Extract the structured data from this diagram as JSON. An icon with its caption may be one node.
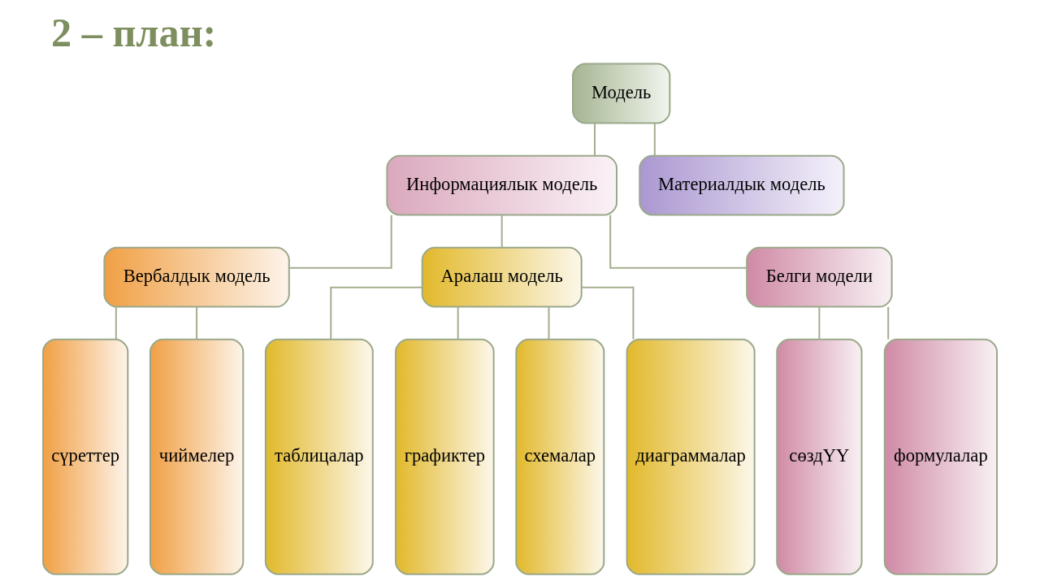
{
  "diagram": {
    "title": "2 – план:",
    "nodes": [
      {
        "text": [
          "Модель"
        ]
      },
      {
        "text": [
          "Информациялык модель"
        ]
      },
      {
        "text": [
          "Материалдык модель"
        ]
      },
      {
        "text": [
          "Вербалдык модель"
        ]
      },
      {
        "text": [
          "Аралаш модель"
        ]
      },
      {
        "text": [
          "Белги модели"
        ]
      },
      {
        "text": [
          "сүреттер"
        ]
      },
      {
        "text": [
          "чиймелер"
        ]
      },
      {
        "text": [
          "таблицалар"
        ]
      },
      {
        "text": [
          "графиктер"
        ]
      },
      {
        "text": [
          "схемалар"
        ]
      },
      {
        "text": [
          "диаграммалар"
        ]
      },
      {
        "text": [
          "сөздҮҮ"
        ]
      },
      {
        "text": [
          "формулалар"
        ]
      }
    ],
    "edges": [
      {
        "from": 0,
        "to": 1,
        "arrow": "none"
      },
      {
        "from": 0,
        "to": 2,
        "arrow": "none"
      },
      {
        "from": 1,
        "to": 3,
        "arrow": "none"
      },
      {
        "from": 1,
        "to": 4,
        "arrow": "none"
      },
      {
        "from": 1,
        "to": 5,
        "arrow": "none"
      },
      {
        "from": 3,
        "to": 6,
        "arrow": "none"
      },
      {
        "from": 3,
        "to": 7,
        "arrow": "none"
      },
      {
        "from": 4,
        "to": 8,
        "arrow": "none"
      },
      {
        "from": 4,
        "to": 9,
        "arrow": "none"
      },
      {
        "from": 4,
        "to": 10,
        "arrow": "none"
      },
      {
        "from": 4,
        "to": 11,
        "arrow": "none"
      },
      {
        "from": 5,
        "to": 12,
        "arrow": "none"
      },
      {
        "from": 5,
        "to": 13,
        "arrow": "none"
      }
    ]
  }
}
